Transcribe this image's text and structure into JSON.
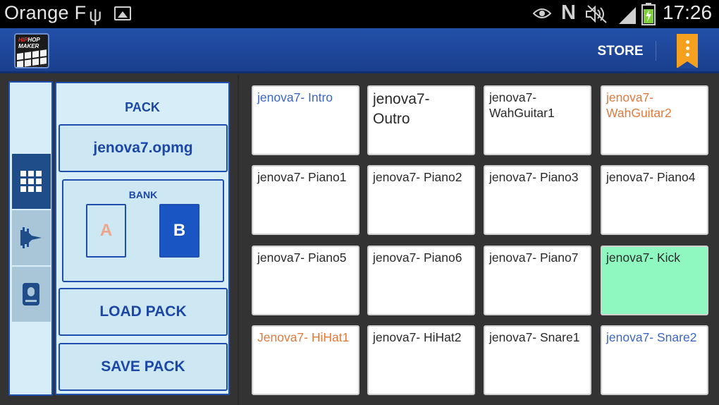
{
  "statusbar": {
    "carrier": "Orange F",
    "time": "17:26",
    "icons": [
      "usb-icon",
      "image-icon",
      "eye-icon",
      "nfc-icon",
      "mute-icon",
      "signal-icon",
      "battery-charging-icon"
    ],
    "nfc_glyph": "N"
  },
  "actionbar": {
    "logo_text_top": "HIP",
    "logo_text_top2": "HOP",
    "logo_text_bottom": "MAKER",
    "store_label": "STORE",
    "accent_color": "#f5a01e",
    "bar_color": "#1f4898"
  },
  "rail": {
    "items": [
      {
        "icon": "pad-grid-icon",
        "active": true
      },
      {
        "icon": "waveform-icon",
        "active": false
      },
      {
        "icon": "record-icon",
        "active": false
      }
    ]
  },
  "pack": {
    "title": "PACK",
    "name": "jenova7.opmg",
    "bank_title": "BANK",
    "bank_a": "A",
    "bank_b": "B",
    "selected_bank": "B",
    "load_label": "LOAD PACK",
    "save_label": "SAVE PACK"
  },
  "pads": [
    {
      "label": "jenova7- Intro",
      "color": "#3c66c4",
      "big": false,
      "bg": "#ffffff"
    },
    {
      "label": "jenova7- Outro",
      "color": "#2a2a2a",
      "big": true,
      "bg": "#ffffff"
    },
    {
      "label": "jenova7- WahGuitar1",
      "color": "#2a2a2a",
      "big": false,
      "bg": "#ffffff"
    },
    {
      "label": "jenova7- WahGuitar2",
      "color": "#e07a3c",
      "big": false,
      "bg": "#ffffff"
    },
    {
      "label": "jenova7- Piano1",
      "color": "#2a2a2a",
      "big": false,
      "bg": "#ffffff"
    },
    {
      "label": "jenova7- Piano2",
      "color": "#2a2a2a",
      "big": false,
      "bg": "#ffffff"
    },
    {
      "label": "jenova7- Piano3",
      "color": "#2a2a2a",
      "big": false,
      "bg": "#ffffff"
    },
    {
      "label": "jenova7- Piano4",
      "color": "#2a2a2a",
      "big": false,
      "bg": "#ffffff"
    },
    {
      "label": "jenova7- Piano5",
      "color": "#2a2a2a",
      "big": false,
      "bg": "#ffffff"
    },
    {
      "label": "jenova7- Piano6",
      "color": "#2a2a2a",
      "big": false,
      "bg": "#ffffff"
    },
    {
      "label": "jenova7- Piano7",
      "color": "#2a2a2a",
      "big": false,
      "bg": "#ffffff"
    },
    {
      "label": "jenova7- Kick",
      "color": "#2a2a2a",
      "big": false,
      "bg": "#8ef8c0"
    },
    {
      "label": "Jenova7- HiHat1",
      "color": "#e07a3c",
      "big": false,
      "bg": "#ffffff"
    },
    {
      "label": "jenova7- HiHat2",
      "color": "#2a2a2a",
      "big": false,
      "bg": "#ffffff"
    },
    {
      "label": "jenova7- Snare1",
      "color": "#2a2a2a",
      "big": false,
      "bg": "#ffffff"
    },
    {
      "label": "jenova7- Snare2",
      "color": "#3c66c4",
      "big": false,
      "bg": "#ffffff"
    }
  ]
}
